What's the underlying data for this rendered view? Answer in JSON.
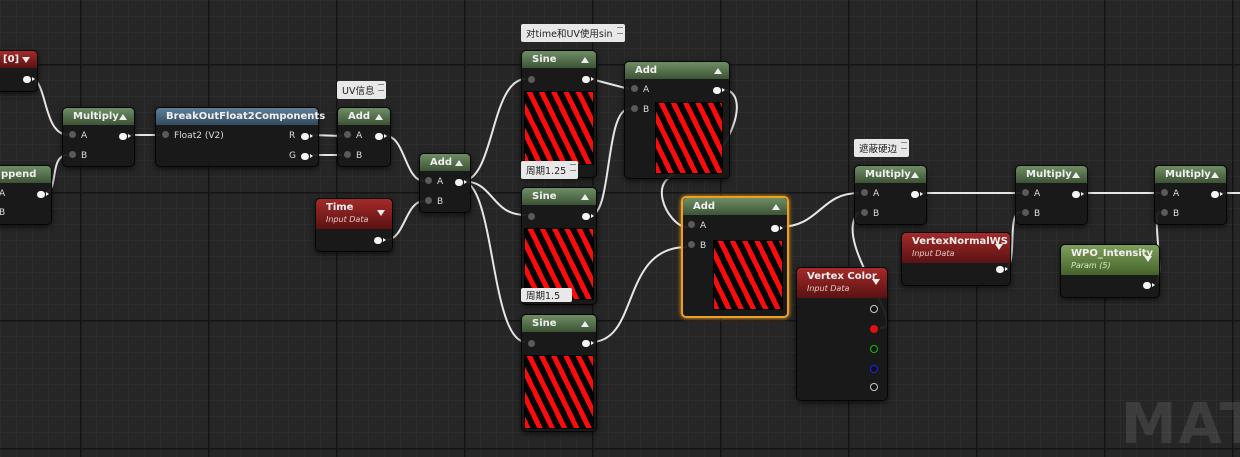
{
  "watermark": "MATE",
  "comments": {
    "sin_note": "对time和UV使用sin",
    "uv_note": "UV信息",
    "period_note": "周期1.25",
    "period_note2": "周期1.5",
    "edge_note": "遮蔽硬边"
  },
  "nodes": {
    "index_node": {
      "output_label": "[0]"
    },
    "append_node": {
      "title": "ppend",
      "pin_a": "A",
      "pin_b": "B"
    },
    "multiply_1": {
      "title": "Multiply",
      "pin_a": "A",
      "pin_b": "B"
    },
    "breakout": {
      "title": "BreakOutFloat2Components",
      "input_label": "Float2 (V2)",
      "out_r": "R",
      "out_g": "G"
    },
    "add_uv": {
      "title": "Add",
      "pin_a": "A",
      "pin_b": "B"
    },
    "time": {
      "title": "Time",
      "subtitle": "Input Data"
    },
    "add_time": {
      "title": "Add",
      "pin_a": "A",
      "pin_b": "B"
    },
    "sine_1": {
      "title": "Sine"
    },
    "sine_2": {
      "title": "Sine"
    },
    "sine_3": {
      "title": "Sine"
    },
    "add_top": {
      "title": "Add",
      "pin_a": "A",
      "pin_b": "B"
    },
    "add_selected": {
      "title": "Add",
      "pin_a": "A",
      "pin_b": "B"
    },
    "vertex_color": {
      "title": "Vertex Color",
      "subtitle": "Input Data"
    },
    "multiply_2": {
      "title": "Multiply",
      "pin_a": "A",
      "pin_b": "B"
    },
    "vertex_normal": {
      "title": "VertexNormalWS",
      "subtitle": "Input Data"
    },
    "multiply_3": {
      "title": "Multiply",
      "pin_a": "A",
      "pin_b": "B"
    },
    "wpo_intensity": {
      "title": "WPO_Intensity",
      "subtitle": "Param (5)"
    },
    "multiply_4": {
      "title": "Multiply",
      "pin_a": "A",
      "pin_b": "B"
    }
  },
  "colors": {
    "selected_border": "#f0a020",
    "preview_red": "#ff0a0a",
    "pin_red": "#e01010",
    "pin_green": "#10c010",
    "pin_blue": "#2020ff"
  }
}
